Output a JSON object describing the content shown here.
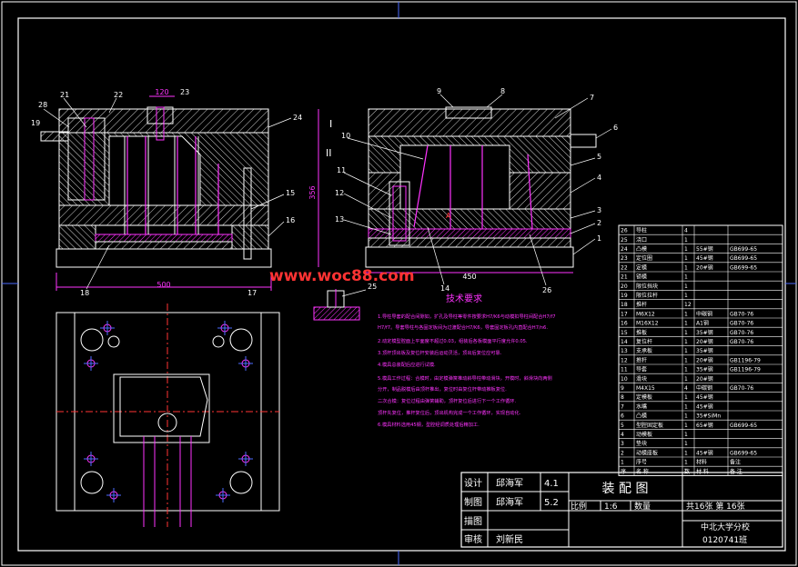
{
  "watermark": "www.woc88.com",
  "views": {
    "front": {
      "width_dim": "500",
      "top_dim": "120",
      "balloons": [
        "28",
        "21",
        "22",
        "23",
        "24",
        "19",
        "15",
        "16",
        "18",
        "17"
      ]
    },
    "side": {
      "width_dim": "450",
      "height_dim": "356",
      "section_mark_1": "I",
      "section_mark_2": "II",
      "arrow_label": "A",
      "balloons": [
        "9",
        "8",
        "7",
        "10",
        "6",
        "11",
        "5",
        "12",
        "4",
        "13",
        "3",
        "2",
        "1",
        "14",
        "26"
      ]
    },
    "detail": {
      "balloon": "25"
    }
  },
  "tech_req": {
    "title": "技术要求",
    "lines": [
      "1.导柱导套的配合间隙如，扩孔及导柱等零件按要求H7/K6与动模扣导柱间配合H7/f7",
      "H7/f7。导套导柱与各固定板间为过渡配合H7/K6，导套固定板孔内直配合H7/n6.",
      "2.动定模型腔面上平面度不超过0.03，组装后各板模面平行度允许0.05.",
      "3.顶杆顶出板及复位杆安装后运动灵活，顶出后复位应可靠.",
      "4.模具总装配后应进行试模.",
      "5.模具工作过程：合模时，由定模弹簧推动斜导柱带动滑块，开模时，斜滑块向两侧",
      "分开，制品脱模后由顶杆推出，复位时由复位杆带动推板复位.",
      "二次合模：复位过程由弹簧辅助，顶杆复位后进行下一个工作循环.",
      "顶杆先复位，推杆复位后，顶出机构完成一个工作循环，实现自动化.",
      "6.模具材料选用45钢，型腔经调质处理后精加工."
    ]
  },
  "bom": {
    "rows": [
      [
        "26",
        "导柱",
        "4",
        "",
        ""
      ],
      [
        "25",
        "浇口",
        "1",
        "",
        ""
      ],
      [
        "24",
        "凸模",
        "1",
        "55#钢",
        "GB699-65"
      ],
      [
        "23",
        "定位圈",
        "1",
        "45#钢",
        "GB699-65"
      ],
      [
        "22",
        "定模",
        "1",
        "20#钢",
        "GB699-65"
      ],
      [
        "21",
        "锁模",
        "1",
        "",
        ""
      ],
      [
        "20",
        "限位挡块",
        "1",
        "",
        ""
      ],
      [
        "19",
        "限位拉杆",
        "1",
        "",
        ""
      ],
      [
        "18",
        "推杆",
        "12",
        "",
        ""
      ],
      [
        "17",
        "M6X12",
        "1",
        "中碳钢",
        "GB70-76"
      ],
      [
        "16",
        "M16X12",
        "1",
        "A1钢",
        "GB70-76"
      ],
      [
        "15",
        "推板",
        "1",
        "35#钢",
        "GB70-76"
      ],
      [
        "14",
        "复位杆",
        "1",
        "20#钢",
        "GB70-76"
      ],
      [
        "13",
        "支承板",
        "1",
        "35#钢",
        ""
      ],
      [
        "12",
        "推杆",
        "1",
        "20#钢",
        "GB1196-79"
      ],
      [
        "11",
        "导套",
        "1",
        "35#钢",
        "GB1196-79"
      ],
      [
        "10",
        "滑块",
        "1",
        "20#钢",
        ""
      ],
      [
        "9",
        "M4X15",
        "4",
        "中碳钢",
        "GB70-76"
      ],
      [
        "8",
        "定模板",
        "1",
        "45#钢",
        ""
      ],
      [
        "7",
        "水嘴",
        "1",
        "45#钢",
        ""
      ],
      [
        "6",
        "凸模",
        "1",
        "35#SiMn",
        ""
      ],
      [
        "5",
        "型腔固定板",
        "1",
        "65#钢",
        "GB699-65"
      ],
      [
        "4",
        "动模板",
        "1",
        "",
        ""
      ],
      [
        "3",
        "垫块",
        "1",
        "",
        ""
      ],
      [
        "2",
        "动模座板",
        "1",
        "45#钢",
        "GB699-65"
      ],
      [
        "1",
        "序号",
        "1",
        "材料",
        "备注"
      ]
    ],
    "header": [
      "序",
      "名  称",
      "数",
      "材 料",
      "备 注"
    ]
  },
  "title_block": {
    "drawing_name": "装 配 图",
    "role_design": "设计",
    "role_draw": "制图",
    "role_trace": "描图",
    "role_check": "审核",
    "name_designer": "邱海军",
    "name_drafter": "邱海军",
    "name_checker": "刘新民",
    "date_1": "4.1",
    "date_2": "5.2",
    "scale_label": "比例",
    "scale_value": "1:6",
    "qty_label": "数量",
    "sheets": "共16张 第 16张",
    "school": "中北大学分校",
    "code": "0120741班"
  }
}
